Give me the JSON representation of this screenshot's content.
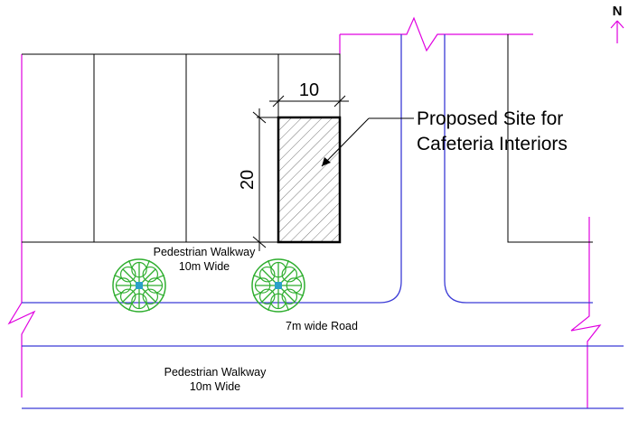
{
  "north": {
    "label": "N"
  },
  "site": {
    "width_label": "10",
    "length_label": "20",
    "callout_line1": "Proposed Site for",
    "callout_line2": "Cafeteria Interiors"
  },
  "walkway_top": {
    "line1": "Pedestrian Walkway",
    "line2": "10m Wide"
  },
  "road": {
    "label": "7m wide Road"
  },
  "walkway_bottom": {
    "line1": "Pedestrian Walkway",
    "line2": "10m Wide"
  },
  "colors": {
    "lines": "#000000",
    "road_edge": "#3b3bd6",
    "boundary": "#e000e0",
    "tree": "#2fae2f",
    "tree_center": "#2aa0c8"
  }
}
